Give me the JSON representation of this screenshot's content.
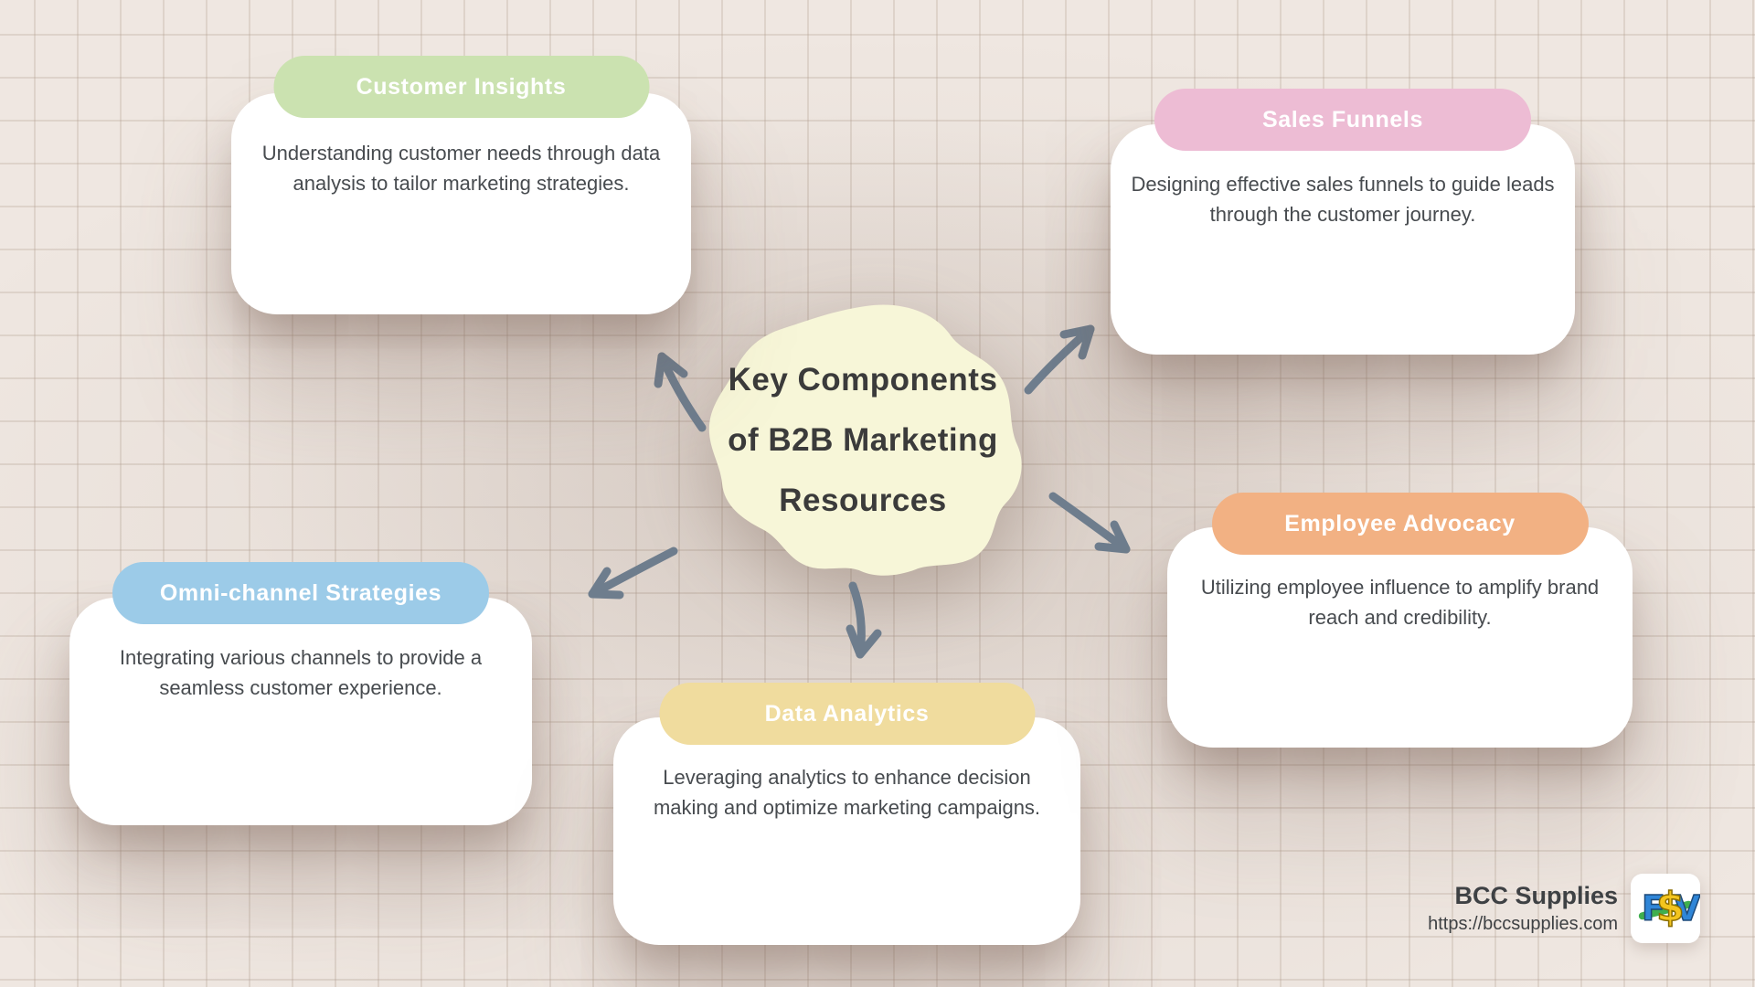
{
  "center": {
    "title": "Key Components of B2B Marketing Resources",
    "title_lines": [
      "Key Components",
      "of B2B Marketing",
      "Resources"
    ]
  },
  "nodes": [
    {
      "id": "customer-insights",
      "label": "Customer Insights",
      "description": "Understanding customer needs through data analysis to tailor marketing strategies.",
      "color": "#cbe2b0"
    },
    {
      "id": "sales-funnels",
      "label": "Sales Funnels",
      "description": "Designing effective sales funnels to guide leads through the customer journey.",
      "color": "#edbcd4"
    },
    {
      "id": "omni-channel-strategies",
      "label": "Omni-channel Strategies",
      "description": "Integrating various channels to provide a seamless customer experience.",
      "color": "#9ccbe8"
    },
    {
      "id": "data-analytics",
      "label": "Data Analytics",
      "description": "Leveraging analytics to enhance decision making and optimize marketing campaigns.",
      "color": "#f0dc9e"
    },
    {
      "id": "employee-advocacy",
      "label": "Employee Advocacy",
      "description": "Utilizing employee influence to amplify brand reach and credibility.",
      "color": "#f2b183"
    }
  ],
  "footer": {
    "brand": "BCC Supplies",
    "url": "https://bccsupplies.com",
    "logo_letters": [
      "F",
      "$",
      "V"
    ]
  },
  "colors": {
    "background": "#efe7e1",
    "arrow": "#6e7d8d",
    "center_blob": "#f7f6d8",
    "card": "#ffffff",
    "body_text": "#474b4f",
    "title_text": "#3b3b3b",
    "pill_text": "#ffffff",
    "logo_blue": "#2f86d8",
    "logo_yellow": "#f3c51e",
    "logo_green": "#3faf4e"
  }
}
